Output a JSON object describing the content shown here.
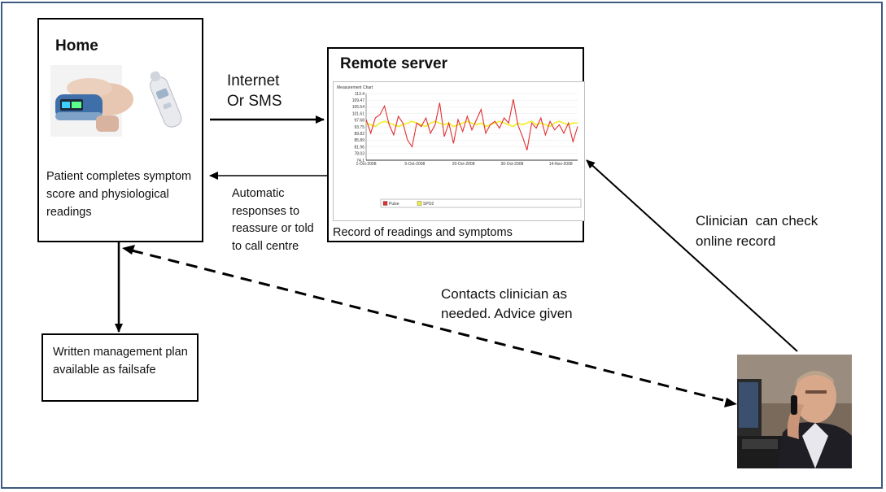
{
  "home": {
    "title": "Home",
    "description": "Patient completes symptom score and physiological readings"
  },
  "server": {
    "title": "Remote server",
    "caption": "Record of readings and symptoms"
  },
  "plan": {
    "text": "Written management plan available as failsafe"
  },
  "labels": {
    "internet": "Internet",
    "sms": "Or SMS",
    "automatic_responses": "Automatic responses to reassure or told to call centre",
    "contacts_clinician": "Contacts clinician as needed. Advice given",
    "clinician_check": "Clinician  can check\nonline record"
  },
  "colors": {
    "frame": "#3d5a80",
    "pulse_series": "#e03030",
    "spo2_series": "#f2ee3a"
  },
  "chart_data": {
    "type": "line",
    "title": "Measurement Chart",
    "yticks": [
      "113.4",
      "109.47",
      "105.54",
      "101.61",
      "97.68",
      "93.75",
      "89.82",
      "85.89",
      "81.96",
      "78.03",
      "74.1"
    ],
    "ylim": [
      74.1,
      113.4
    ],
    "xticks": [
      "1-Oct-2008",
      "9-Oct-2008",
      "20-Oct-2008",
      "30-Oct-2008",
      "14-Nov-2008"
    ],
    "legend_position": "bottom",
    "series": [
      {
        "name": "Pulse",
        "color": "#e03030",
        "values": [
          98,
          90,
          99,
          101,
          106,
          95,
          89,
          100,
          96,
          86,
          82,
          96,
          94,
          99,
          90,
          95,
          108,
          88,
          96,
          84,
          98,
          91,
          100,
          92,
          98,
          104,
          90,
          95,
          97,
          93,
          99,
          96,
          110,
          95,
          88,
          80,
          96,
          93,
          99,
          89,
          97,
          92,
          95,
          90,
          96,
          85,
          94
        ]
      },
      {
        "name": "SPO2",
        "color": "#f2ee3a",
        "values": [
          96,
          95,
          94,
          96,
          97,
          96,
          95,
          94,
          95,
          96,
          97,
          96,
          95,
          94,
          96,
          97,
          96,
          95,
          96,
          94,
          95,
          96,
          97,
          96,
          95,
          96,
          94,
          95,
          96,
          97,
          96,
          95,
          94,
          96,
          95,
          96,
          97,
          95,
          96,
          95,
          94,
          96,
          97,
          96,
          95,
          96,
          96
        ]
      }
    ]
  }
}
